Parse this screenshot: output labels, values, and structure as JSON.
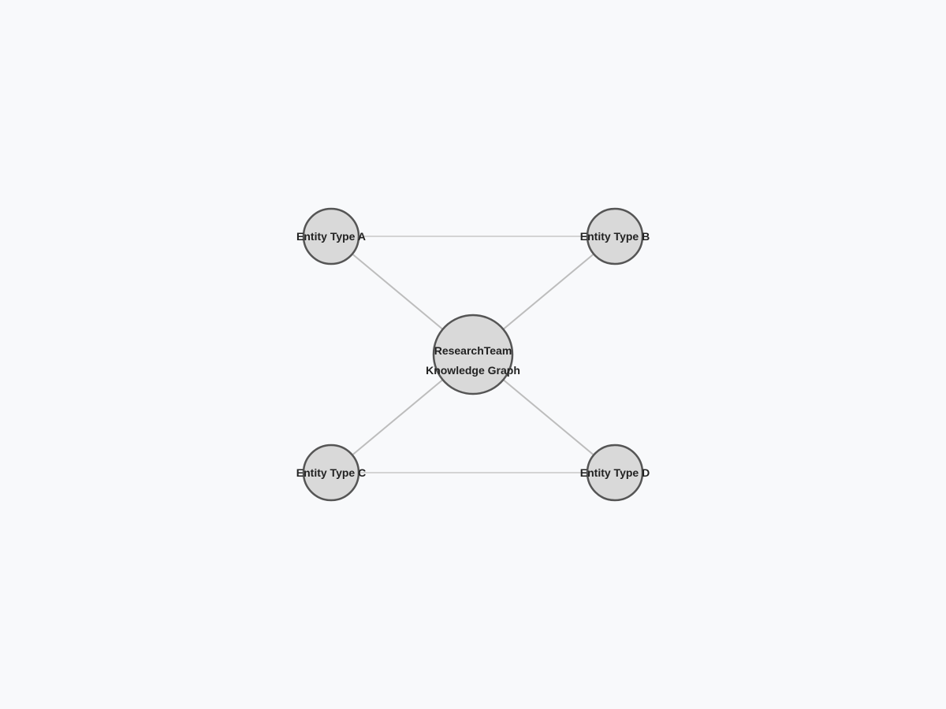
{
  "diagram": {
    "center": {
      "line1": "ResearchTeam",
      "line2": "Knowledge Graph"
    },
    "nodes": [
      {
        "id": "a",
        "label": "Entity Type A"
      },
      {
        "id": "b",
        "label": "Entity Type B"
      },
      {
        "id": "c",
        "label": "Entity Type C"
      },
      {
        "id": "d",
        "label": "Entity Type D"
      }
    ],
    "edges": [
      {
        "from": "a",
        "to": "center"
      },
      {
        "from": "b",
        "to": "center"
      },
      {
        "from": "c",
        "to": "center"
      },
      {
        "from": "d",
        "to": "center"
      },
      {
        "from": "a",
        "to": "b"
      },
      {
        "from": "c",
        "to": "d"
      }
    ],
    "colors": {
      "background": "#f8f9fb",
      "node_fill": "#d9d9d9",
      "node_stroke": "#555555",
      "edge": "#bdbdbd",
      "label": "#222222"
    }
  }
}
